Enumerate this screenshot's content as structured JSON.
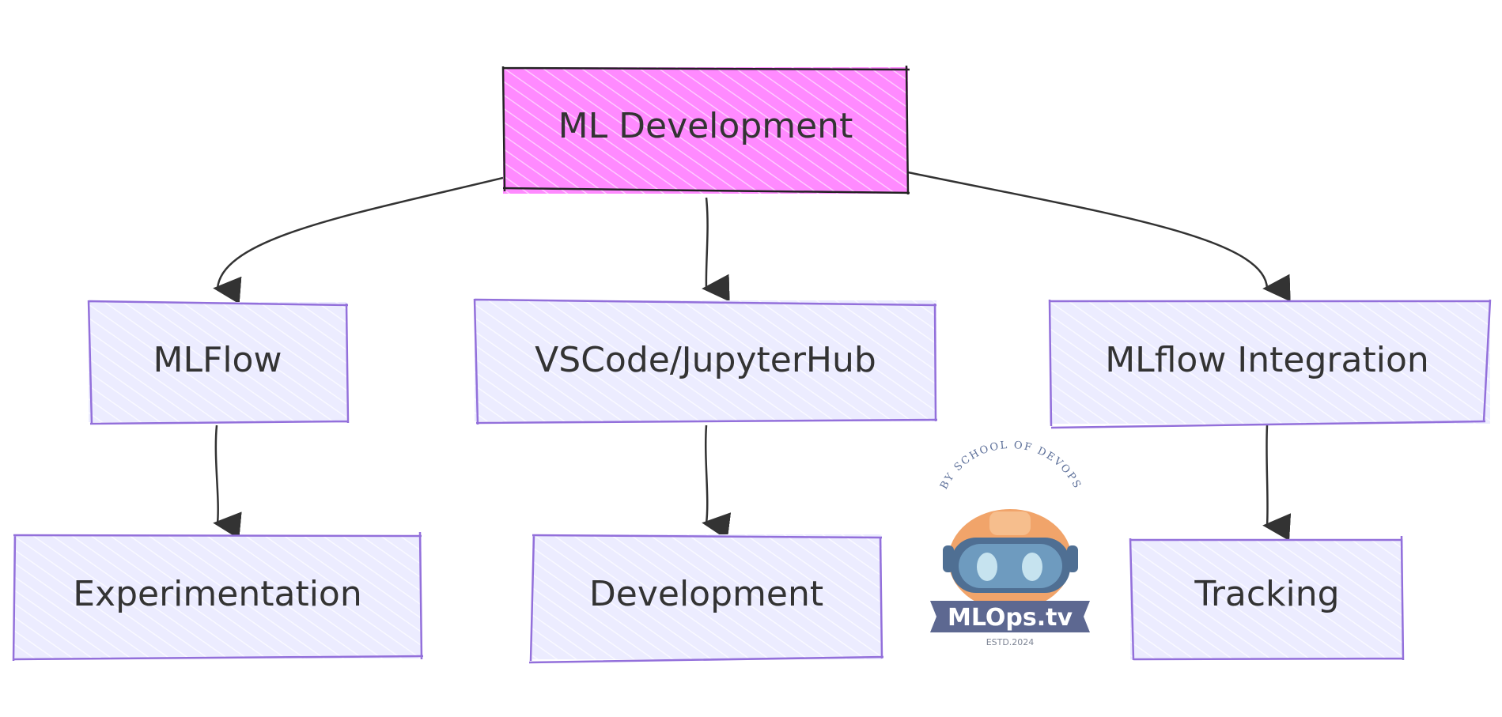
{
  "diagram": {
    "root": {
      "label": "ML Development",
      "fill": "#ff8aff"
    },
    "level1": [
      {
        "label": "MLFlow"
      },
      {
        "label": "VSCode/JupyterHub"
      },
      {
        "label": "MLflow Integration"
      }
    ],
    "level2": [
      {
        "label": "Experimentation"
      },
      {
        "label": "Development"
      },
      {
        "label": "Tracking"
      }
    ],
    "colors": {
      "child_fill": "#ececff",
      "child_stroke": "#9370db",
      "root_stroke": "#222222",
      "edge": "#333333"
    }
  },
  "logo": {
    "arc_text": "BY SCHOOL OF DEVOPS",
    "brand": "MLOps.tv",
    "estd": "ESTD.2024"
  }
}
